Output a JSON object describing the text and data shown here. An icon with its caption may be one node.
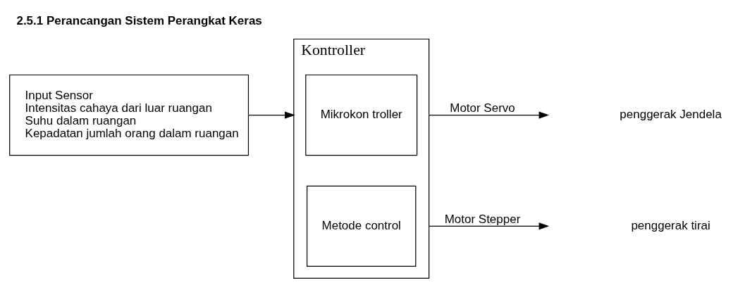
{
  "diagram": {
    "title": "2.5.1 Perancangan Sistem Perangkat Keras",
    "nodes": [
      {
        "text": [
          "Input Sensor",
          "Intensitas cahaya dari luar ruangan",
          "Suhu dalam ruangan",
          "Kepadatan jumlah orang dalam ruangan"
        ]
      },
      {
        "text": [
          "Kontroller"
        ]
      },
      {
        "text": [
          "Mikrokon troller"
        ],
        "in": 1
      },
      {
        "text": [
          "Metode control"
        ],
        "in": 1
      }
    ],
    "edges": [
      {
        "from": 0,
        "to": 1,
        "arrow": "to"
      },
      {
        "from": 1,
        "to": null,
        "arrow": "to",
        "label": "Motor Servo"
      },
      {
        "from": 1,
        "to": null,
        "arrow": "to",
        "label": "Motor Stepper"
      }
    ],
    "labels": [
      "penggerak Jendela",
      "penggerak tirai"
    ]
  }
}
